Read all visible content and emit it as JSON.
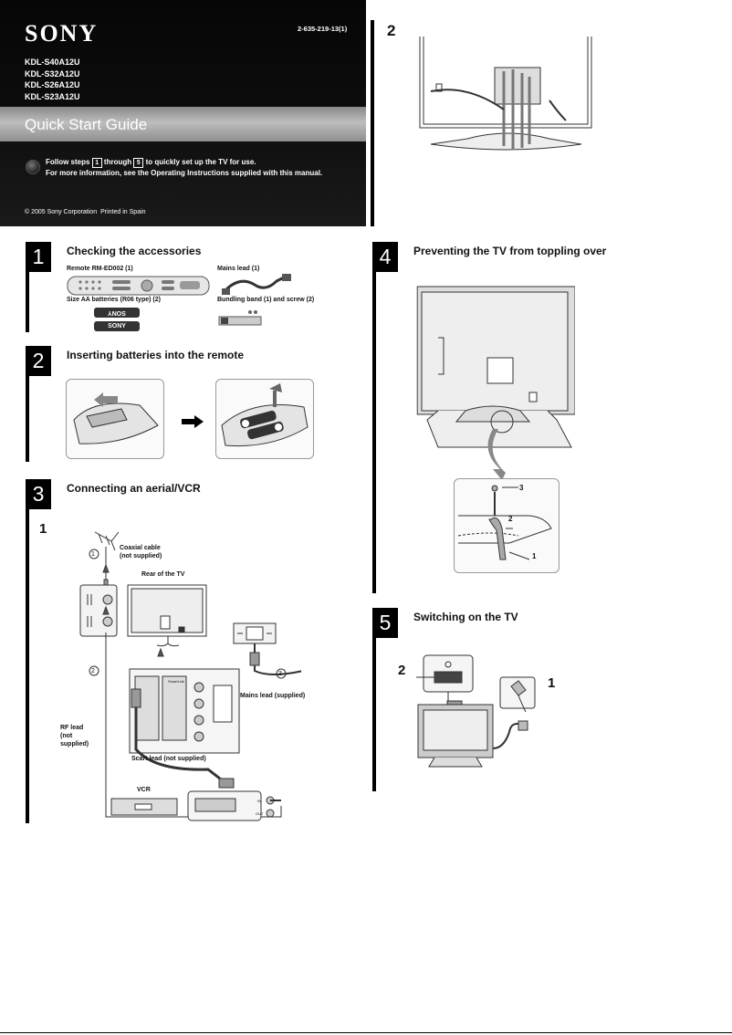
{
  "header": {
    "brand": "SONY",
    "part_number": "2-635-219-13(1)",
    "models": [
      "KDL-S40A12U",
      "KDL-S32A12U",
      "KDL-S26A12U",
      "KDL-S23A12U"
    ],
    "guide_title": "Quick Start Guide",
    "info_pre": "Follow steps",
    "info_step_from": "1",
    "info_mid": "through",
    "info_step_to": "5",
    "info_post": "to quickly set up the TV for use.",
    "info_line2": "For more information, see the Operating Instructions supplied with this manual.",
    "copyright": "© 2005 Sony Corporation",
    "printed": "Printed in Spain"
  },
  "section2top": {
    "num": "2"
  },
  "section1": {
    "num": "1",
    "title": "Checking the accessories",
    "remote_label": "Remote RM-ED002 (1)",
    "mains_label": "Mains lead  (1)",
    "batteries_label": "Size AA batteries (R06 type) (2)",
    "band_label": "Bundling band (1) and screw (2)",
    "battery_brand": "SONY"
  },
  "section2": {
    "num": "2",
    "title": "Inserting batteries into the remote"
  },
  "section3": {
    "num": "3",
    "title": "Connecting an aerial/VCR",
    "step": "1",
    "circle1": "1",
    "circle2": "2",
    "circle3": "3",
    "coaxial": "Coaxial cable\n(not supplied)",
    "rear_tv": "Rear of the TV",
    "mains_supplied": "Mains lead (supplied)",
    "rf_lead": "RF lead\n(not\nsupplied)",
    "scart": "Scart lead (not supplied)",
    "vcr": "VCR",
    "smartlink": "SmartLink",
    "in_label": "IN",
    "out_label": "OUT"
  },
  "section4": {
    "num": "4",
    "title": "Preventing the TV from toppling over",
    "c3": "3",
    "c2": "2",
    "c1": "1"
  },
  "section5": {
    "num": "5",
    "title": "Switching on the TV",
    "step1": "1",
    "step2": "2"
  }
}
